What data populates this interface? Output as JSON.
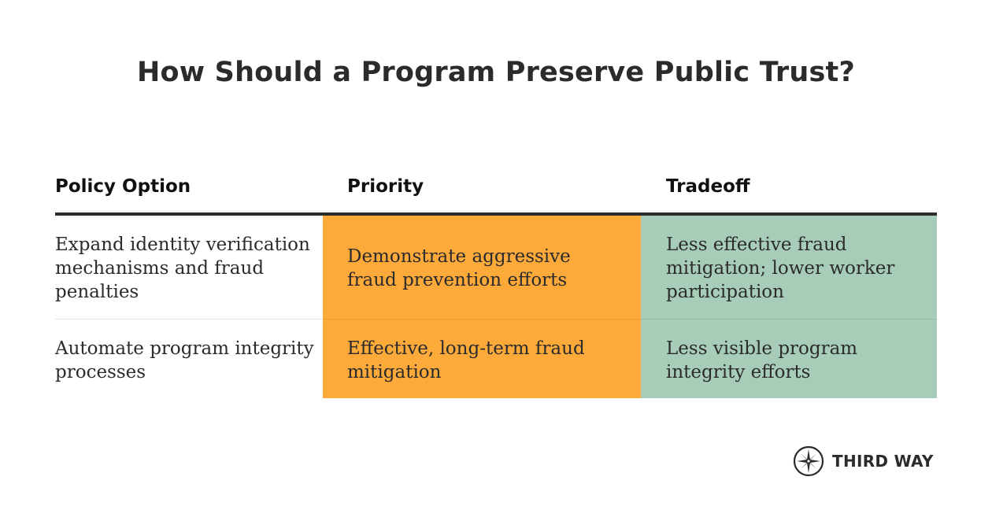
{
  "title": "How Should a Program Preserve Public Trust?",
  "table": {
    "headers": [
      "Policy Option",
      "Priority",
      "Tradeoff"
    ],
    "rows": [
      {
        "policy": "Expand identity verification mechanisms and fraud penalties",
        "priority": "Demonstrate aggressive fraud prevention efforts",
        "tradeoff": "Less effective fraud mitigation; lower worker participation"
      },
      {
        "policy": "Automate program integrity processes",
        "priority": "Effective, long-term fraud mitigation",
        "tradeoff": "Less visible program integrity efforts"
      }
    ]
  },
  "colors": {
    "priority_fill": "#fdaa3a",
    "tradeoff_fill": "#a7cdb9",
    "text": "#2b2b2b"
  },
  "logo": {
    "icon": "compass-star-icon",
    "text": "THIRD WAY"
  }
}
